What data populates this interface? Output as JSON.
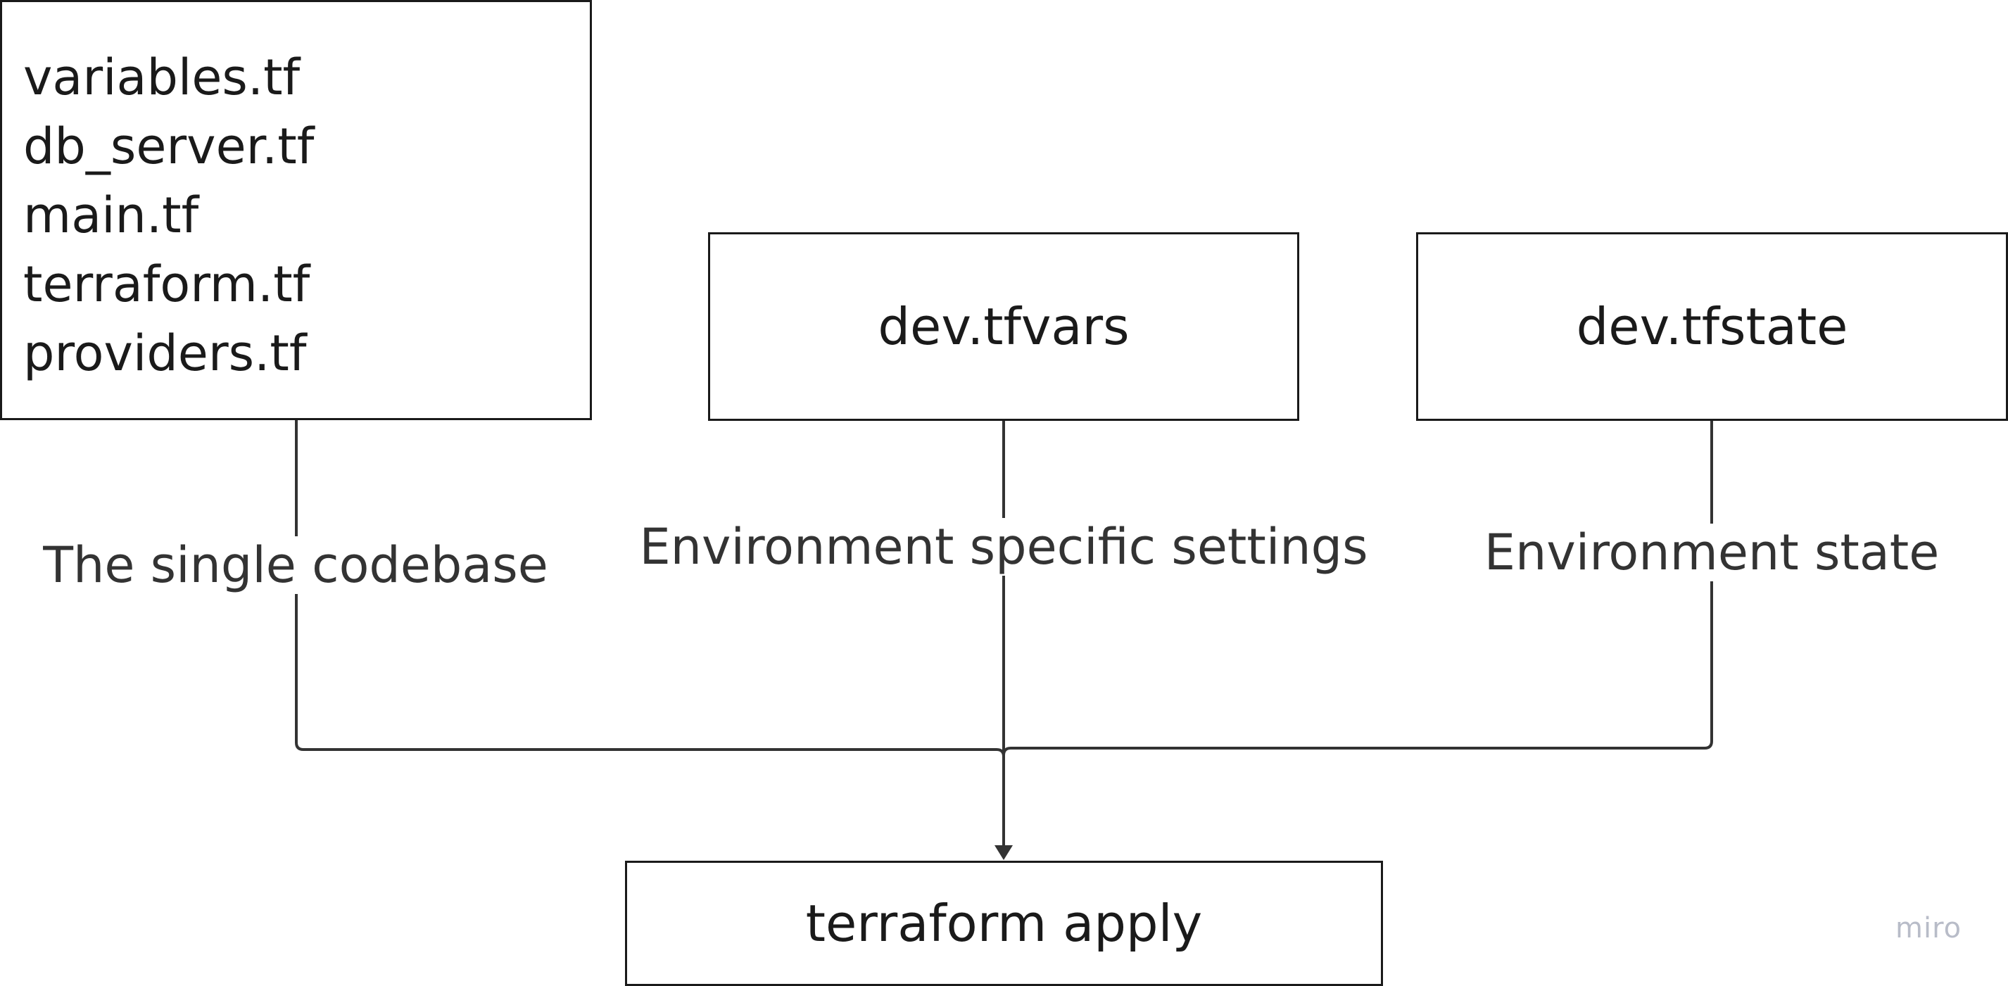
{
  "codebase_box": {
    "files": [
      "variables.tf",
      "db_server.tf",
      "main.tf",
      "terraform.tf",
      "providers.tf"
    ]
  },
  "tfvars_box": {
    "label": "dev.tfvars"
  },
  "tfstate_box": {
    "label": "dev.tfstate"
  },
  "apply_box": {
    "label": "terraform apply"
  },
  "connector_labels": {
    "codebase": "The single codebase",
    "settings": "Environment specific settings",
    "state": "Environment state"
  },
  "watermark": "miro",
  "colors": {
    "line": "#333333",
    "border": "#1a1a1a",
    "label_text": "#333333",
    "watermark": "#b8bcc8"
  }
}
